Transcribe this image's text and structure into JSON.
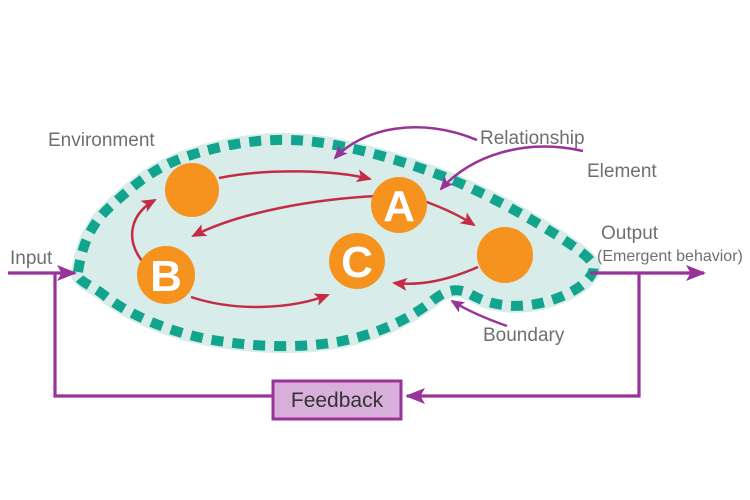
{
  "diagram": {
    "title_implicit": "System with environment, elements, relationships, boundary and feedback",
    "labels": {
      "environment": "Environment",
      "relationship": "Relationship",
      "element": "Element",
      "output": "Output",
      "output_sub": "(Emergent behavior)",
      "input": "Input",
      "boundary": "Boundary",
      "feedback": "Feedback"
    },
    "nodes": [
      {
        "id": "node-top-left",
        "label": ""
      },
      {
        "id": "node-a",
        "label": "A"
      },
      {
        "id": "node-b",
        "label": "B"
      },
      {
        "id": "node-c",
        "label": "C"
      },
      {
        "id": "node-right",
        "label": ""
      }
    ],
    "edges": [
      {
        "from": "node-top-left",
        "to": "node-a"
      },
      {
        "from": "node-a",
        "to": "node-right"
      },
      {
        "from": "node-right",
        "to": "node-c"
      },
      {
        "from": "node-b",
        "to": "node-c"
      },
      {
        "from": "node-b",
        "to": "node-top-left"
      },
      {
        "from": "node-a",
        "to": "node-b"
      }
    ],
    "colors": {
      "boundary_teal": "#12A48D",
      "system_fill": "#D8EDE9",
      "element_orange": "#F6921E",
      "relationship_red": "#C52B45",
      "flow_purple": "#993399",
      "feedback_box_fill": "#D8AFDA",
      "label_gray": "#6f6f6f",
      "feedback_text": "#333333",
      "background": "#ffffff"
    }
  }
}
